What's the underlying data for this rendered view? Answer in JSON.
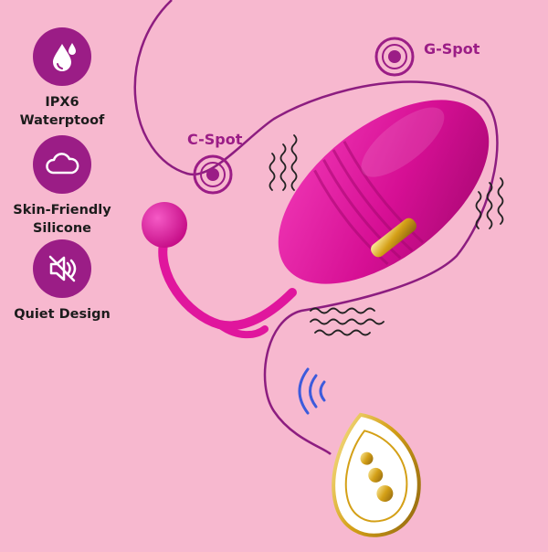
{
  "features": [
    {
      "label": "IPX6\nWaterptoof",
      "icon": "water-drops-icon"
    },
    {
      "label": "Skin-Friendly\nSilicone",
      "icon": "cloud-icon"
    },
    {
      "label": "Quiet Design",
      "icon": "speaker-mute-icon"
    }
  ],
  "spots": {
    "g_spot": "G-Spot",
    "c_spot": "C-Spot"
  },
  "colors": {
    "background": "#f7b8cf",
    "badge": "#9b1d86",
    "product": "#e0169d",
    "accent_gold": "#d4a017",
    "remote_wave": "#3c5bdc"
  }
}
